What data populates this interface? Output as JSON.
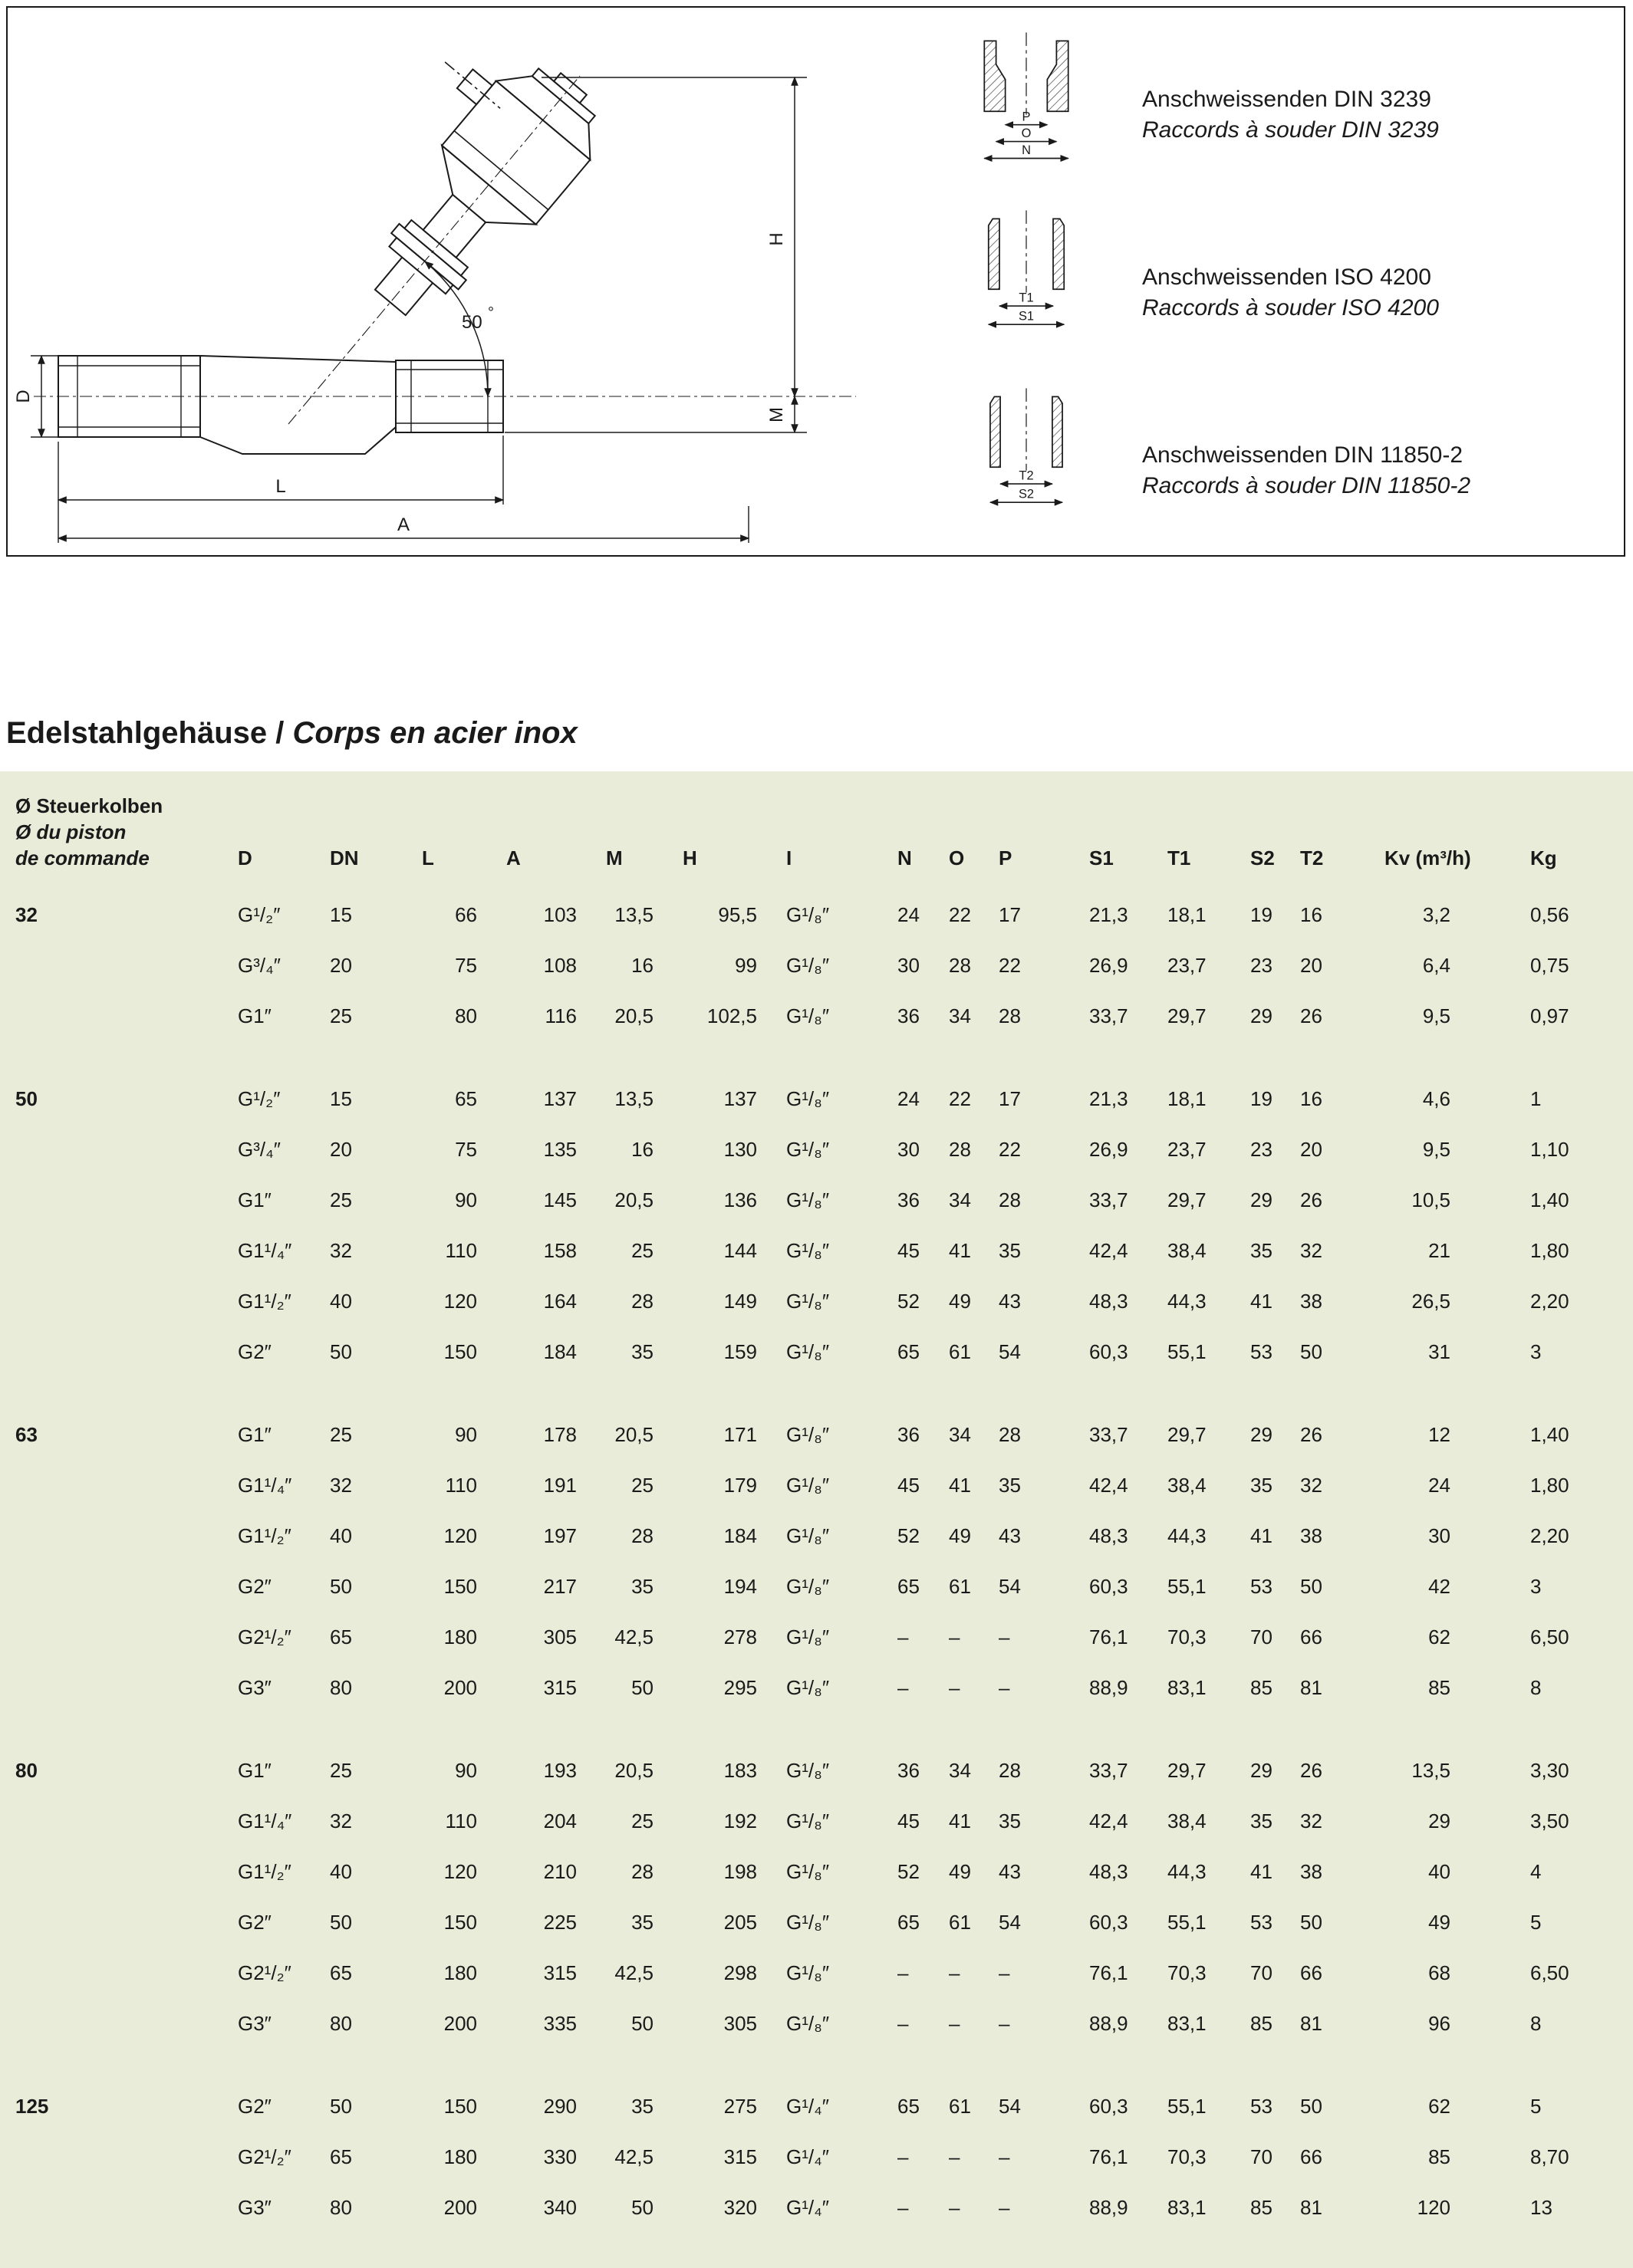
{
  "drawing": {
    "angle": {
      "value": "50",
      "unit": "°"
    },
    "dims": {
      "h": "H",
      "m": "M",
      "d": "D",
      "l": "L",
      "a": "A"
    },
    "weld_ends": [
      {
        "title": "Anschweissenden DIN 3239",
        "subtitle": "Raccords à souder DIN 3239",
        "dims": [
          "P",
          "O",
          "N"
        ]
      },
      {
        "title": "Anschweissenden ISO 4200",
        "subtitle": "Raccords à souder ISO 4200",
        "dims": [
          "T1",
          "S1"
        ]
      },
      {
        "title": "Anschweissenden DIN 11850-2",
        "subtitle": "Raccords à souder DIN 11850-2",
        "dims": [
          "T2",
          "S2"
        ]
      }
    ]
  },
  "section": {
    "title_de": "Edelstahlgehäuse",
    "separator": " / ",
    "title_fr": "Corps en acier inox"
  },
  "table": {
    "piston_header": [
      "Ø Steuerkolben",
      "Ø du piston",
      "de commande"
    ],
    "columns": [
      "D",
      "DN",
      "L",
      "A",
      "M",
      "H",
      "I",
      "N",
      "O",
      "P",
      "S1",
      "T1",
      "S2",
      "T2",
      "Kv (m³/h)",
      "Kg"
    ],
    "groups": [
      {
        "piston": "32",
        "rows": [
          [
            "G¹/₂″",
            "15",
            "66",
            "103",
            "13,5",
            "95,5",
            "G¹/₈″",
            "24",
            "22",
            "17",
            "21,3",
            "18,1",
            "19",
            "16",
            "3,2",
            "0,56"
          ],
          [
            "G³/₄″",
            "20",
            "75",
            "108",
            "16",
            "99",
            "G¹/₈″",
            "30",
            "28",
            "22",
            "26,9",
            "23,7",
            "23",
            "20",
            "6,4",
            "0,75"
          ],
          [
            "G1″",
            "25",
            "80",
            "116",
            "20,5",
            "102,5",
            "G¹/₈″",
            "36",
            "34",
            "28",
            "33,7",
            "29,7",
            "29",
            "26",
            "9,5",
            "0,97"
          ]
        ]
      },
      {
        "piston": "50",
        "rows": [
          [
            "G¹/₂″",
            "15",
            "65",
            "137",
            "13,5",
            "137",
            "G¹/₈″",
            "24",
            "22",
            "17",
            "21,3",
            "18,1",
            "19",
            "16",
            "4,6",
            "1"
          ],
          [
            "G³/₄″",
            "20",
            "75",
            "135",
            "16",
            "130",
            "G¹/₈″",
            "30",
            "28",
            "22",
            "26,9",
            "23,7",
            "23",
            "20",
            "9,5",
            "1,10"
          ],
          [
            "G1″",
            "25",
            "90",
            "145",
            "20,5",
            "136",
            "G¹/₈″",
            "36",
            "34",
            "28",
            "33,7",
            "29,7",
            "29",
            "26",
            "10,5",
            "1,40"
          ],
          [
            "G1¹/₄″",
            "32",
            "110",
            "158",
            "25",
            "144",
            "G¹/₈″",
            "45",
            "41",
            "35",
            "42,4",
            "38,4",
            "35",
            "32",
            "21",
            "1,80"
          ],
          [
            "G1¹/₂″",
            "40",
            "120",
            "164",
            "28",
            "149",
            "G¹/₈″",
            "52",
            "49",
            "43",
            "48,3",
            "44,3",
            "41",
            "38",
            "26,5",
            "2,20"
          ],
          [
            "G2″",
            "50",
            "150",
            "184",
            "35",
            "159",
            "G¹/₈″",
            "65",
            "61",
            "54",
            "60,3",
            "55,1",
            "53",
            "50",
            "31",
            "3"
          ]
        ]
      },
      {
        "piston": "63",
        "rows": [
          [
            "G1″",
            "25",
            "90",
            "178",
            "20,5",
            "171",
            "G¹/₈″",
            "36",
            "34",
            "28",
            "33,7",
            "29,7",
            "29",
            "26",
            "12",
            "1,40"
          ],
          [
            "G1¹/₄″",
            "32",
            "110",
            "191",
            "25",
            "179",
            "G¹/₈″",
            "45",
            "41",
            "35",
            "42,4",
            "38,4",
            "35",
            "32",
            "24",
            "1,80"
          ],
          [
            "G1¹/₂″",
            "40",
            "120",
            "197",
            "28",
            "184",
            "G¹/₈″",
            "52",
            "49",
            "43",
            "48,3",
            "44,3",
            "41",
            "38",
            "30",
            "2,20"
          ],
          [
            "G2″",
            "50",
            "150",
            "217",
            "35",
            "194",
            "G¹/₈″",
            "65",
            "61",
            "54",
            "60,3",
            "55,1",
            "53",
            "50",
            "42",
            "3"
          ],
          [
            "G2¹/₂″",
            "65",
            "180",
            "305",
            "42,5",
            "278",
            "G¹/₈″",
            "–",
            "–",
            "–",
            "76,1",
            "70,3",
            "70",
            "66",
            "62",
            "6,50"
          ],
          [
            "G3″",
            "80",
            "200",
            "315",
            "50",
            "295",
            "G¹/₈″",
            "–",
            "–",
            "–",
            "88,9",
            "83,1",
            "85",
            "81",
            "85",
            "8"
          ]
        ]
      },
      {
        "piston": "80",
        "rows": [
          [
            "G1″",
            "25",
            "90",
            "193",
            "20,5",
            "183",
            "G¹/₈″",
            "36",
            "34",
            "28",
            "33,7",
            "29,7",
            "29",
            "26",
            "13,5",
            "3,30"
          ],
          [
            "G1¹/₄″",
            "32",
            "110",
            "204",
            "25",
            "192",
            "G¹/₈″",
            "45",
            "41",
            "35",
            "42,4",
            "38,4",
            "35",
            "32",
            "29",
            "3,50"
          ],
          [
            "G1¹/₂″",
            "40",
            "120",
            "210",
            "28",
            "198",
            "G¹/₈″",
            "52",
            "49",
            "43",
            "48,3",
            "44,3",
            "41",
            "38",
            "40",
            "4"
          ],
          [
            "G2″",
            "50",
            "150",
            "225",
            "35",
            "205",
            "G¹/₈″",
            "65",
            "61",
            "54",
            "60,3",
            "55,1",
            "53",
            "50",
            "49",
            "5"
          ],
          [
            "G2¹/₂″",
            "65",
            "180",
            "315",
            "42,5",
            "298",
            "G¹/₈″",
            "–",
            "–",
            "–",
            "76,1",
            "70,3",
            "70",
            "66",
            "68",
            "6,50"
          ],
          [
            "G3″",
            "80",
            "200",
            "335",
            "50",
            "305",
            "G¹/₈″",
            "–",
            "–",
            "–",
            "88,9",
            "83,1",
            "85",
            "81",
            "96",
            "8"
          ]
        ]
      },
      {
        "piston": "125",
        "rows": [
          [
            "G2″",
            "50",
            "150",
            "290",
            "35",
            "275",
            "G¹/₄″",
            "65",
            "61",
            "54",
            "60,3",
            "55,1",
            "53",
            "50",
            "62",
            "5"
          ],
          [
            "G2¹/₂″",
            "65",
            "180",
            "330",
            "42,5",
            "315",
            "G¹/₄″",
            "–",
            "–",
            "–",
            "76,1",
            "70,3",
            "70",
            "66",
            "85",
            "8,70"
          ],
          [
            "G3″",
            "80",
            "200",
            "340",
            "50",
            "320",
            "G¹/₄″",
            "–",
            "–",
            "–",
            "88,9",
            "83,1",
            "85",
            "81",
            "120",
            "13"
          ]
        ]
      }
    ]
  },
  "colors": {
    "table_bg": "#e9ecd9",
    "ink": "#1a1a1a"
  }
}
